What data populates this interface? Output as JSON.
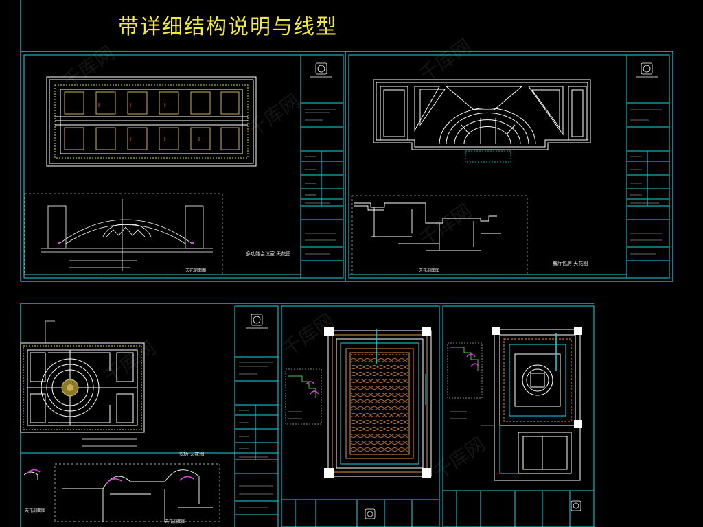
{
  "page": {
    "title": "带详细结构说明与线型",
    "watermark": "千库网"
  },
  "sheets": [
    {
      "id": "sheet-1",
      "labels": [
        "多功能会议室 天花图",
        "天花剖面图"
      ]
    },
    {
      "id": "sheet-2",
      "labels": [
        "餐厅包房 天花图",
        "天花剖面图"
      ]
    },
    {
      "id": "sheet-3",
      "labels": [
        "多功 天花图",
        "天花剖面图",
        "天花剖面图"
      ]
    },
    {
      "id": "sheet-4",
      "labels": []
    },
    {
      "id": "sheet-5",
      "labels": []
    }
  ],
  "colors": {
    "frame": "#19d6e6",
    "line": "#ffffff",
    "title": "#f2ea3c",
    "accent_yellow": "#d8d84a",
    "accent_magenta": "#e040e0",
    "accent_orange": "#e89030",
    "accent_green": "#40d040"
  }
}
